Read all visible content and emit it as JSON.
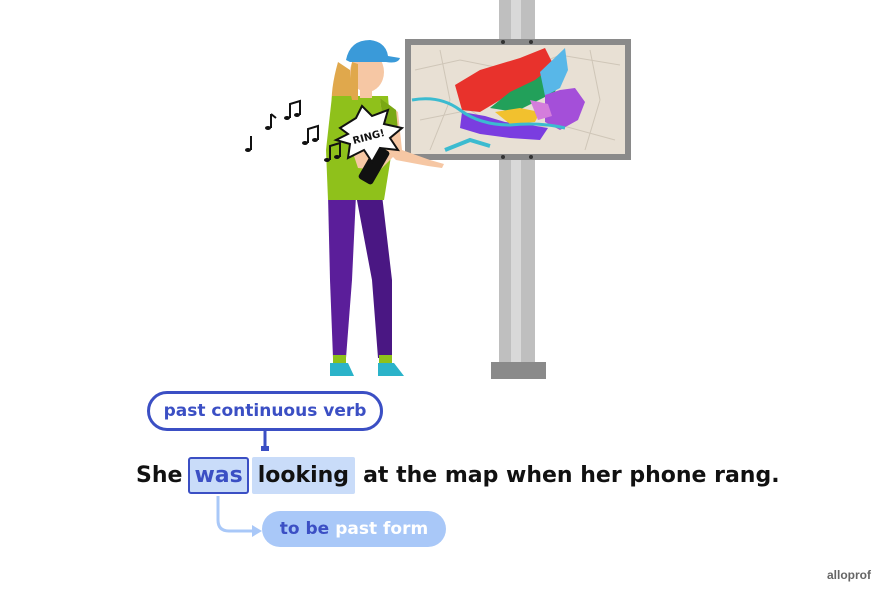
{
  "scene": {
    "phone_text": "RING!",
    "colors": {
      "cap": "#3a9ad9",
      "shirt": "#8fc11b",
      "pants": "#5b1e9a",
      "shoes": "#2bb3c9",
      "hair": "#e0a84c",
      "skin": "#f6c7a4",
      "pole": "#bfbfbf",
      "map_frame": "#8a8a8a",
      "map_bg": "#e8e0d4"
    }
  },
  "annotation": {
    "label": "past continuous verb",
    "accent": "#3b4fc4",
    "highlight": "#c9dcf9"
  },
  "sentence": {
    "before": "She",
    "aux": "was",
    "main_verb": "looking",
    "after": "at the map when her phone rang."
  },
  "helper": {
    "strong": "to be",
    "light": "past form",
    "color": "#a9c8f8"
  },
  "brand": "alloprof"
}
